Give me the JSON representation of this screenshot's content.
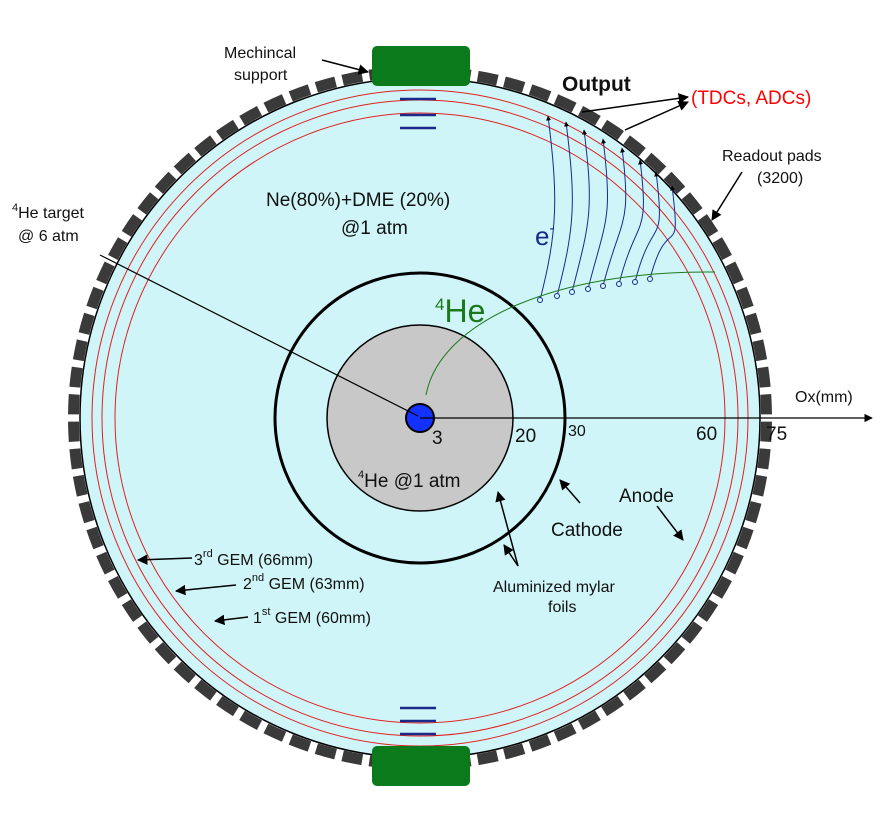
{
  "labels": {
    "mech_support_line1": "Mechincal",
    "mech_support_line2": "support",
    "output": "Output",
    "tdc_adc": "(TDCs, ADCs)",
    "readout_line1": "Readout pads",
    "readout_line2": "(3200)",
    "target_sup": "4",
    "target_line1": "He target",
    "target_line2": "@ 6 atm",
    "gas_line1": "Ne(80%)+DME (20%)",
    "gas_line2": "@1 atm",
    "electron": "e",
    "electron_sup": "-",
    "helium_sup": "4",
    "helium": "He",
    "axis_label": "Ox(mm)",
    "tick_3": "3",
    "tick_20": "20",
    "tick_30": "30",
    "tick_60": "60",
    "tick_75": "75",
    "inner_sup": "4",
    "inner_label": "He @1 atm",
    "anode": "Anode",
    "cathode": "Cathode",
    "mylar_line1": "Aluminized mylar",
    "mylar_line2": "foils",
    "gem3_pre": "3",
    "gem3_sup": "rd",
    "gem3_post": " GEM (66mm)",
    "gem2_pre": "2",
    "gem2_sup": "nd",
    "gem2_post": " GEM (63mm)",
    "gem1_pre": "1",
    "gem1_sup": "st",
    "gem1_post": " GEM (60mm)"
  },
  "colors": {
    "gas_fill": "#cff5f8",
    "pad": "#3a3a3a",
    "gem_ring": "#e02020",
    "inner_fill": "#c8c8c8",
    "target": "#1432ff",
    "support": "#0a7a1a",
    "helium_track": "#1a7a1a",
    "electron_drift": "#1a2a8a",
    "output_highlight": "#ff0000"
  },
  "readout_pads_count": 3200
}
